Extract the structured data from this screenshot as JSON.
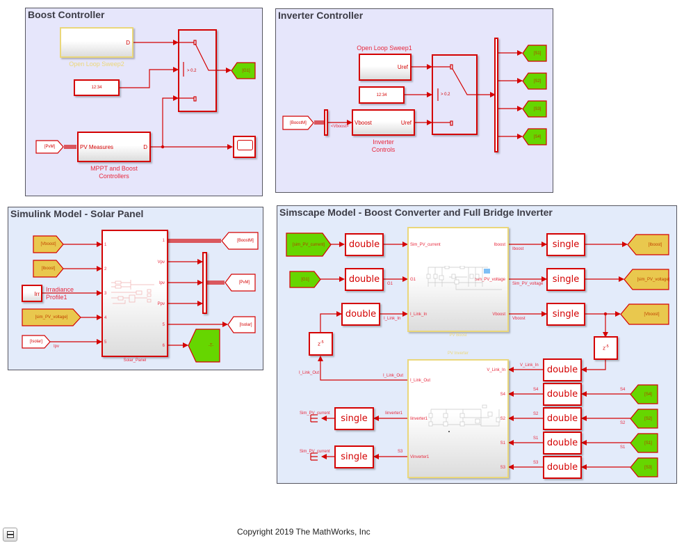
{
  "areas": {
    "boost_controller": {
      "title": "Boost Controller",
      "open_loop_sweep": {
        "label": "Open Loop Sweep2",
        "port": "D"
      },
      "constant": {
        "value": "12:34"
      },
      "switch": {
        "threshold": "> 0.2"
      },
      "goto": {
        "tag": "[G1]"
      },
      "from": {
        "tag": "[PvM]"
      },
      "mppt": {
        "label_line1": "MPPT and Boost",
        "label_line2": "Controllers",
        "in_port": "PV Measures",
        "out_port": "D"
      }
    },
    "inverter_controller": {
      "title": "Inverter Controller",
      "open_loop_sweep": {
        "label": "Open Loop Sweep1",
        "port": "Uref"
      },
      "constant": {
        "value": "12:34"
      },
      "switch": {
        "threshold": "> 0.2"
      },
      "from": {
        "tag": "[BoostM]"
      },
      "bus_signal": "<Vboost>",
      "inverter_controls": {
        "label_line1": "Inverter",
        "label_line2": "Controls",
        "in_port": "Vboost",
        "out_port": "Uref"
      },
      "gotos": [
        "[S1]",
        "[S2]",
        "[S3]",
        "[S4]"
      ]
    },
    "solar_panel": {
      "title": "Simulink Model - Solar Panel",
      "inputs": [
        {
          "tag": "[Vboost]"
        },
        {
          "tag": "[Iboost]"
        },
        {
          "tag": "[sim_PV_voltage]"
        },
        {
          "tag": "[Isolar]",
          "signal": "Ipv"
        }
      ],
      "irradiance": {
        "port": "Irr",
        "label_line1": "Irradiance",
        "label_line2": "Profile1"
      },
      "subsystem": {
        "name": "Solar_Panel",
        "in_ports": [
          "1",
          "2",
          "3",
          "4",
          "5"
        ],
        "out_ports": [
          "1",
          "Vpv",
          "Ipv",
          "Ppv",
          "5",
          "6"
        ]
      },
      "outputs": {
        "boostm": "[BoostM]",
        "pvm": "[PvM]",
        "isolar": "[Isolar]",
        "terminator": "-T-"
      }
    },
    "simscape": {
      "title": "Simscape Model - Boost Converter and Full Bridge Inverter",
      "from_tags": {
        "sim_pv_current": "[sim_PV_current]",
        "g1": "[G1]",
        "s4": "[S4]",
        "s2": "[S2]",
        "s1": "[S1]",
        "s3": "[S3]"
      },
      "goto_tags": {
        "iboost": "[Iboost]",
        "sim_pv_voltage": "[sim_PV_voltage]",
        "vboost": "[Vboost]"
      },
      "converters": {
        "double": "double",
        "single": "single"
      },
      "delay": "z",
      "delay_exp": "-5",
      "pv_boost": {
        "name": "PV Boost",
        "in_ports": [
          "Sim_PV_current",
          "G1",
          "I_Link_In"
        ],
        "out_ports": [
          "Iboost",
          "Sim_PV_voltage",
          "Vboost"
        ]
      },
      "pv_inverter": {
        "name": "PV Inverter",
        "left_ports": [
          "I_Link_Out",
          "Iinverter1",
          "Vinverter1"
        ],
        "right_ports": [
          "V_Link_In",
          "S4",
          "S2",
          "S1",
          "S3"
        ]
      },
      "signals": {
        "g1": "G1",
        "i_link_in": "I_Link_In",
        "iboost": "Iboost",
        "sim_pv_voltage": "Sim_PV_voltage",
        "vboost": "Vboost",
        "i_link_out": "I_Link_Out",
        "v_link_in": "V_Link_In",
        "iinverter1": "Iinverter1",
        "s3_left": "S3",
        "s4": "S4",
        "s2": "S2",
        "s1": "S1",
        "s3": "S3",
        "sim_pv_current": "Sim_PV_current"
      }
    }
  },
  "footer": {
    "copyright": "Copyright 2019 The MathWorks, Inc"
  },
  "colors": {
    "wire": "#d40000",
    "goto_green": "#66d600",
    "goto_yellow": "#e9c84e",
    "area_lavender": "#e6e6fb",
    "area_blue": "#e3ebfa"
  }
}
